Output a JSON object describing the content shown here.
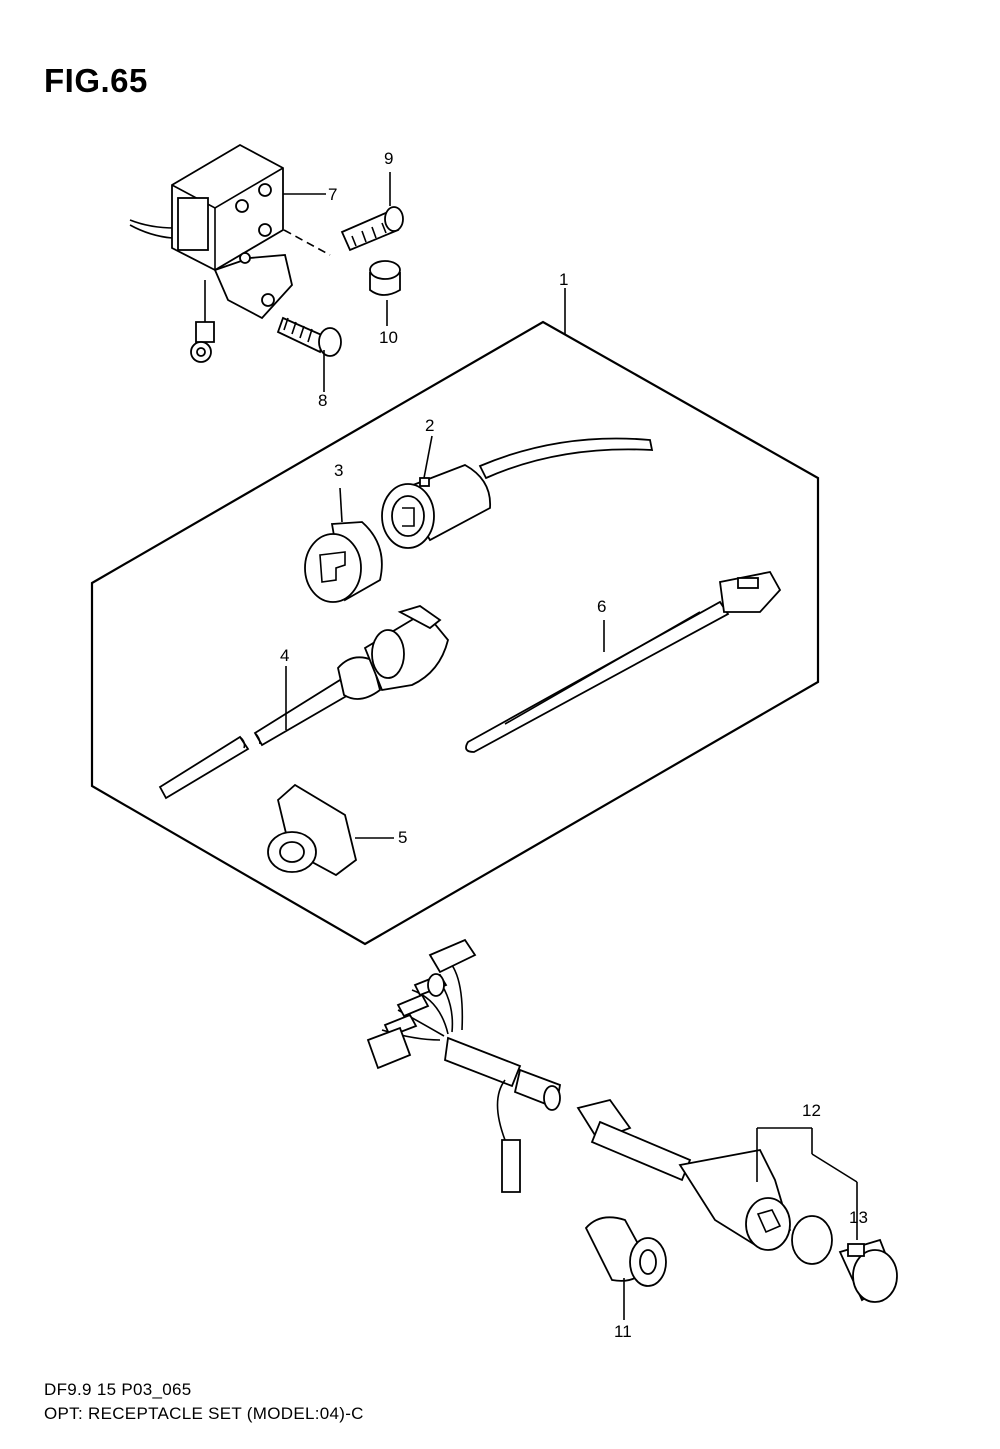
{
  "figure": {
    "title": "FIG.65"
  },
  "caption": {
    "line1": "DF9.9 15 P03_065",
    "line2": "OPT: RECEPTACLE SET (MODEL:04)-C"
  },
  "callouts": [
    "1",
    "2",
    "3",
    "4",
    "5",
    "6",
    "7",
    "8",
    "9",
    "10",
    "11",
    "12",
    "13"
  ]
}
